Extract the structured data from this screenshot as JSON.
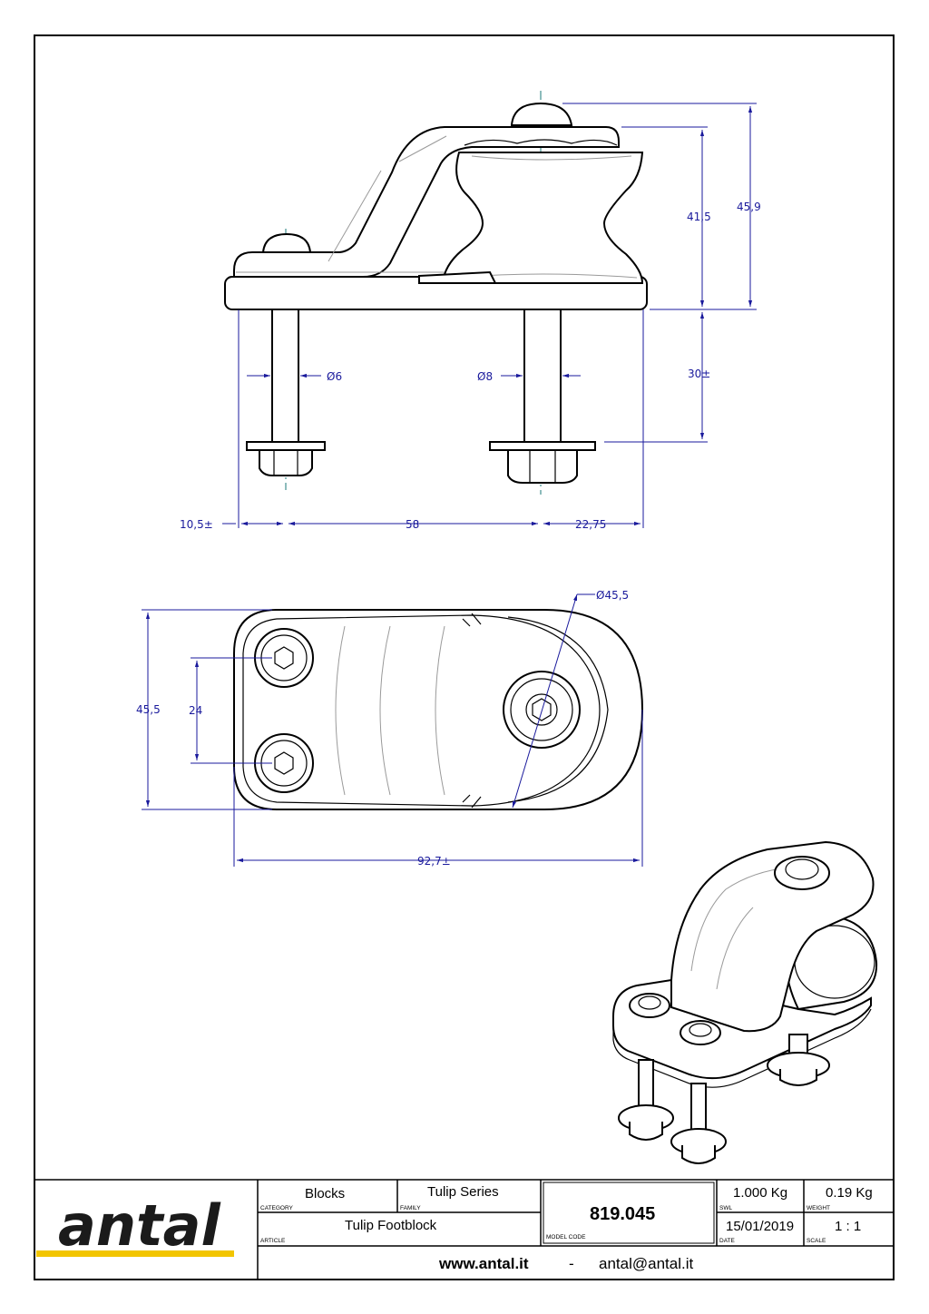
{
  "dimensions": {
    "side_view": {
      "height_top": "45,9",
      "height_sheave": "41,5",
      "bolt_length": "30±",
      "dia_small_bolt": "Ø6",
      "dia_large_bolt": "Ø8",
      "offset_left": "10,5±",
      "bolt_spacing": "58",
      "offset_right": "22,75"
    },
    "top_view": {
      "sheave_diameter": "Ø45,5",
      "width": "45,5",
      "bolt_pitch": "24",
      "length": "92,7±"
    }
  },
  "title_block": {
    "logo": "antal",
    "category": "Blocks",
    "category_label": "CATEGORY",
    "family": "Tulip Series",
    "family_label": "FAMILY",
    "article": "Tulip Footblock",
    "article_label": "ARTICLE",
    "model_code": "819.045",
    "model_code_label": "MODEL CODE",
    "swl": "1.000 Kg",
    "swl_label": "SWL",
    "weight": "0.19 Kg",
    "weight_label": "WEIGHT",
    "date": "15/01/2019",
    "date_label": "DATE",
    "scale": "1 : 1",
    "scale_label": "SCALE",
    "website": "www.antal.it",
    "separator": "-",
    "email": "antal@antal.it"
  },
  "colors": {
    "dimension": "#1a1a9c",
    "centerline": "#1a7a7a",
    "accent": "#f2c500"
  }
}
